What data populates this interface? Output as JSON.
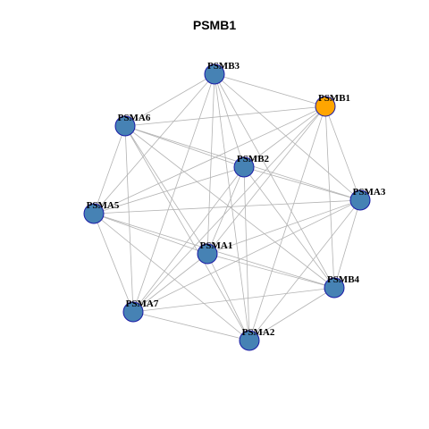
{
  "title": "PSMB1",
  "colors": {
    "node_default": "#4682b4",
    "node_stroke": "#1a1aa6",
    "node_highlight": "#ffa500",
    "edge": "#b3b3b3"
  },
  "nodes": [
    {
      "id": "PSMB3",
      "label": "PSMB3",
      "highlight": false
    },
    {
      "id": "PSMB1",
      "label": "PSMB1",
      "highlight": true
    },
    {
      "id": "PSMA6",
      "label": "PSMA6",
      "highlight": false
    },
    {
      "id": "PSMB2",
      "label": "PSMB2",
      "highlight": false
    },
    {
      "id": "PSMA3",
      "label": "PSMA3",
      "highlight": false
    },
    {
      "id": "PSMA5",
      "label": "PSMA5",
      "highlight": false
    },
    {
      "id": "PSMA1",
      "label": "PSMA1",
      "highlight": false
    },
    {
      "id": "PSMB4",
      "label": "PSMB4",
      "highlight": false
    },
    {
      "id": "PSMA7",
      "label": "PSMA7",
      "highlight": false
    },
    {
      "id": "PSMA2",
      "label": "PSMA2",
      "highlight": false
    }
  ],
  "edges": [
    [
      "PSMB3",
      "PSMB1"
    ],
    [
      "PSMB3",
      "PSMA6"
    ],
    [
      "PSMB3",
      "PSMB2"
    ],
    [
      "PSMB3",
      "PSMA3"
    ],
    [
      "PSMB3",
      "PSMA5"
    ],
    [
      "PSMB3",
      "PSMA1"
    ],
    [
      "PSMB3",
      "PSMB4"
    ],
    [
      "PSMB3",
      "PSMA7"
    ],
    [
      "PSMB3",
      "PSMA2"
    ],
    [
      "PSMB1",
      "PSMA6"
    ],
    [
      "PSMB1",
      "PSMB2"
    ],
    [
      "PSMB1",
      "PSMA3"
    ],
    [
      "PSMB1",
      "PSMA5"
    ],
    [
      "PSMB1",
      "PSMA1"
    ],
    [
      "PSMB1",
      "PSMB4"
    ],
    [
      "PSMB1",
      "PSMA7"
    ],
    [
      "PSMB1",
      "PSMA2"
    ],
    [
      "PSMA6",
      "PSMB2"
    ],
    [
      "PSMA6",
      "PSMA3"
    ],
    [
      "PSMA6",
      "PSMA5"
    ],
    [
      "PSMA6",
      "PSMA1"
    ],
    [
      "PSMA6",
      "PSMB4"
    ],
    [
      "PSMA6",
      "PSMA7"
    ],
    [
      "PSMA6",
      "PSMA2"
    ],
    [
      "PSMB2",
      "PSMA3"
    ],
    [
      "PSMB2",
      "PSMA5"
    ],
    [
      "PSMB2",
      "PSMA1"
    ],
    [
      "PSMB2",
      "PSMB4"
    ],
    [
      "PSMB2",
      "PSMA7"
    ],
    [
      "PSMB2",
      "PSMA2"
    ],
    [
      "PSMA3",
      "PSMA5"
    ],
    [
      "PSMA3",
      "PSMA1"
    ],
    [
      "PSMA3",
      "PSMB4"
    ],
    [
      "PSMA3",
      "PSMA7"
    ],
    [
      "PSMA3",
      "PSMA2"
    ],
    [
      "PSMA5",
      "PSMA1"
    ],
    [
      "PSMA5",
      "PSMB4"
    ],
    [
      "PSMA5",
      "PSMA7"
    ],
    [
      "PSMA5",
      "PSMA2"
    ],
    [
      "PSMA1",
      "PSMB4"
    ],
    [
      "PSMA1",
      "PSMA7"
    ],
    [
      "PSMA1",
      "PSMA2"
    ],
    [
      "PSMB4",
      "PSMA7"
    ],
    [
      "PSMB4",
      "PSMA2"
    ],
    [
      "PSMA7",
      "PSMA2"
    ]
  ]
}
